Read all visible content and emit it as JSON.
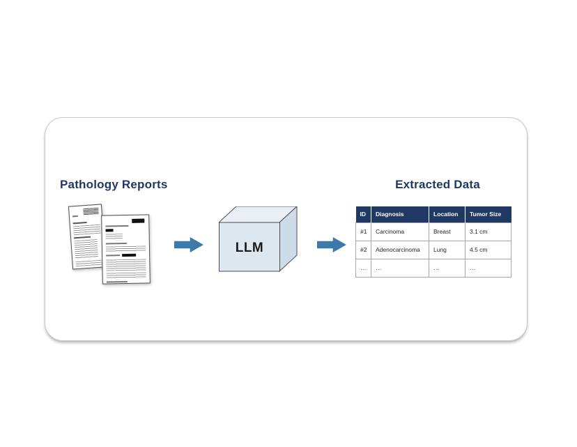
{
  "page": {
    "background": "#ffffff"
  },
  "card": {
    "background": "#ffffff",
    "border_color": "#c6c6c6"
  },
  "titles": {
    "left": "Pathology Reports",
    "right": "Extracted Data",
    "color": "#1F3864"
  },
  "llm": {
    "label": "LLM"
  },
  "arrows": {
    "color": "#3E7AA9",
    "direction": "right"
  },
  "cube": {
    "front_color": "#DCE7F0",
    "top_color": "#E9EFF5",
    "side_color": "#CEDCE7",
    "stroke_color": "#4D4D4D"
  },
  "table": {
    "header_bg": "#1F3864",
    "header_text_color": "#FFFFFF",
    "border_color": "#A6A6A6",
    "headers": [
      "ID",
      "Diagnosis",
      "Location",
      "Tumor Size"
    ],
    "rows": [
      [
        "#1",
        "Carcinoma",
        "Breast",
        "3.1 cm"
      ],
      [
        "#2",
        "Adenocarcinoma",
        "Lung",
        "4.5 cm"
      ],
      [
        "…",
        "…",
        "…",
        "…"
      ]
    ]
  }
}
